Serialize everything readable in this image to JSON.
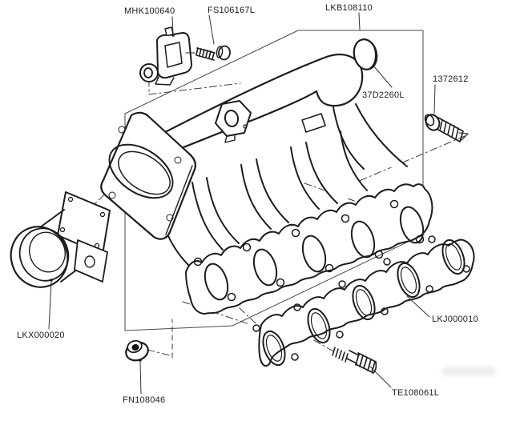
{
  "diagram": {
    "subject": "intake-manifold-exploded-parts-diagram",
    "background_color": "#ffffff",
    "line_color": "#1c1c1c",
    "callout_box_color": "#4a4a4a",
    "labels": [
      {
        "part_number": "MHK100640"
      },
      {
        "part_number": "FS106167L"
      },
      {
        "part_number": "LKB108110"
      },
      {
        "part_number": "37D2260L"
      },
      {
        "part_number": "1372612"
      },
      {
        "part_number": "LKX000020"
      },
      {
        "part_number": "FN108046"
      },
      {
        "part_number": "LKJ000010"
      },
      {
        "part_number": "TE108061L"
      }
    ]
  }
}
